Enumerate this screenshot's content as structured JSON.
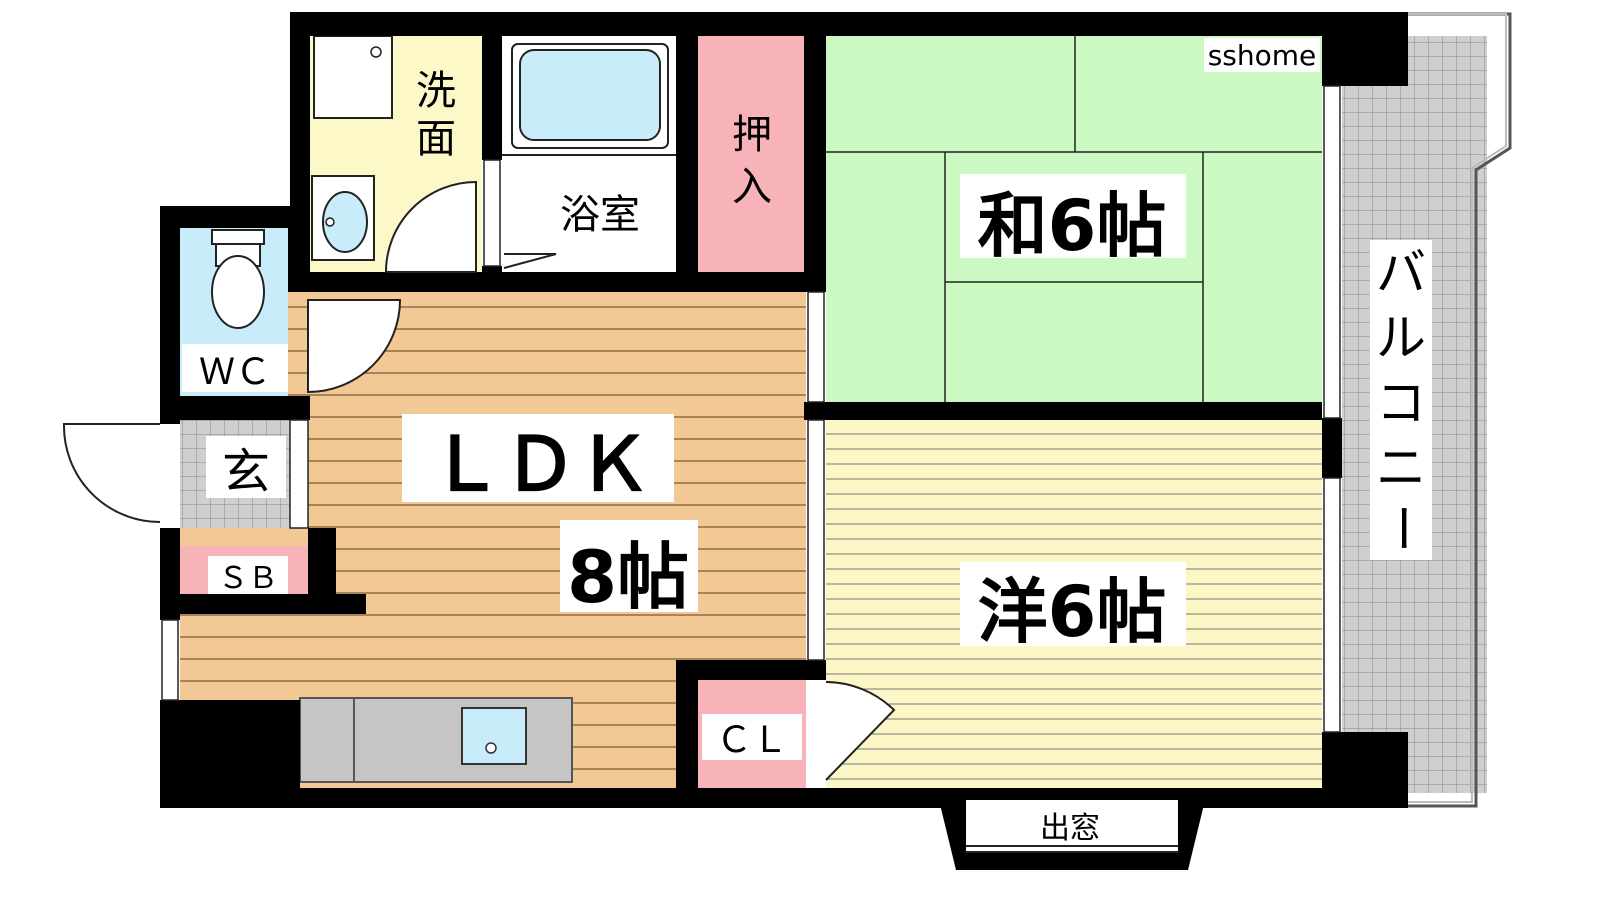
{
  "watermark": "sshome",
  "rooms": {
    "washroom_line1": "洗",
    "washroom_line2": "面",
    "bath": "浴室",
    "closet_line1": "押",
    "closet_line2": "入",
    "japanese_room": "和6帖",
    "western_room": "洋6帖",
    "ldk_line1": "ＬＤＫ",
    "ldk_line2": "8帖",
    "wc": "ＷＣ",
    "entrance": "玄",
    "shoe_box": "ＳＢ",
    "walk_closet": "ＣＬ",
    "bay_window": "出窓"
  },
  "balcony": [
    "バ",
    "ル",
    "コ",
    "ニ",
    "ー"
  ],
  "colors": {
    "wall": "#000000",
    "ldk_floor": "#f2c995",
    "western_floor": "#fdf7c8",
    "tatami": "#ccf8c2",
    "closet": "#f7b3b7",
    "washroom": "#fdf8c8",
    "wc_bath": "#c9ecfa",
    "balcony_tile": "#cfcfcf",
    "kitchen": "#c5c5c5"
  }
}
